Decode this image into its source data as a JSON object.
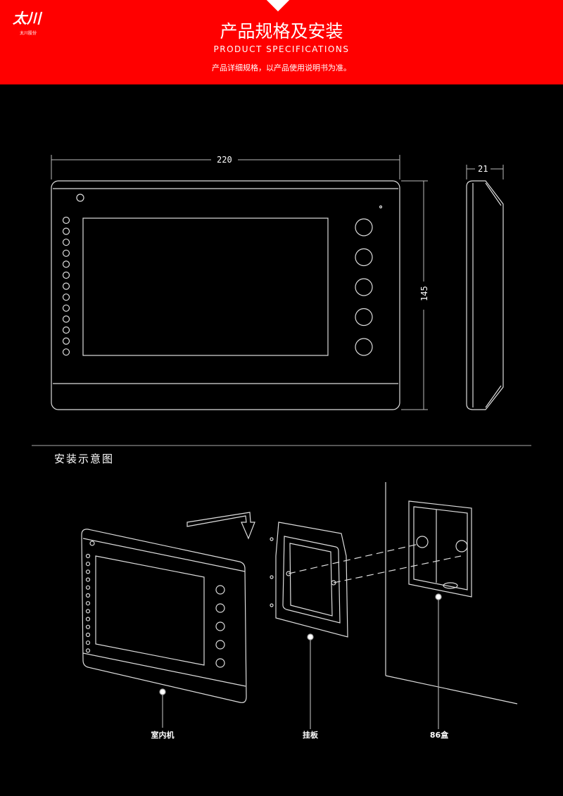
{
  "header": {
    "logo_text": "太川",
    "logo_sub": "太川股份",
    "title": "产品规格及安装",
    "subtitle": "PRODUCT SPECIFICATIONS",
    "note": "产品详细规格，以产品使用说明书为准。",
    "bg_color": "#ff0000"
  },
  "dimensions": {
    "width": "220",
    "height": "145",
    "depth": "21"
  },
  "installation": {
    "title": "安装示意图",
    "labels": [
      "室内机",
      "挂板",
      "86盒"
    ]
  }
}
